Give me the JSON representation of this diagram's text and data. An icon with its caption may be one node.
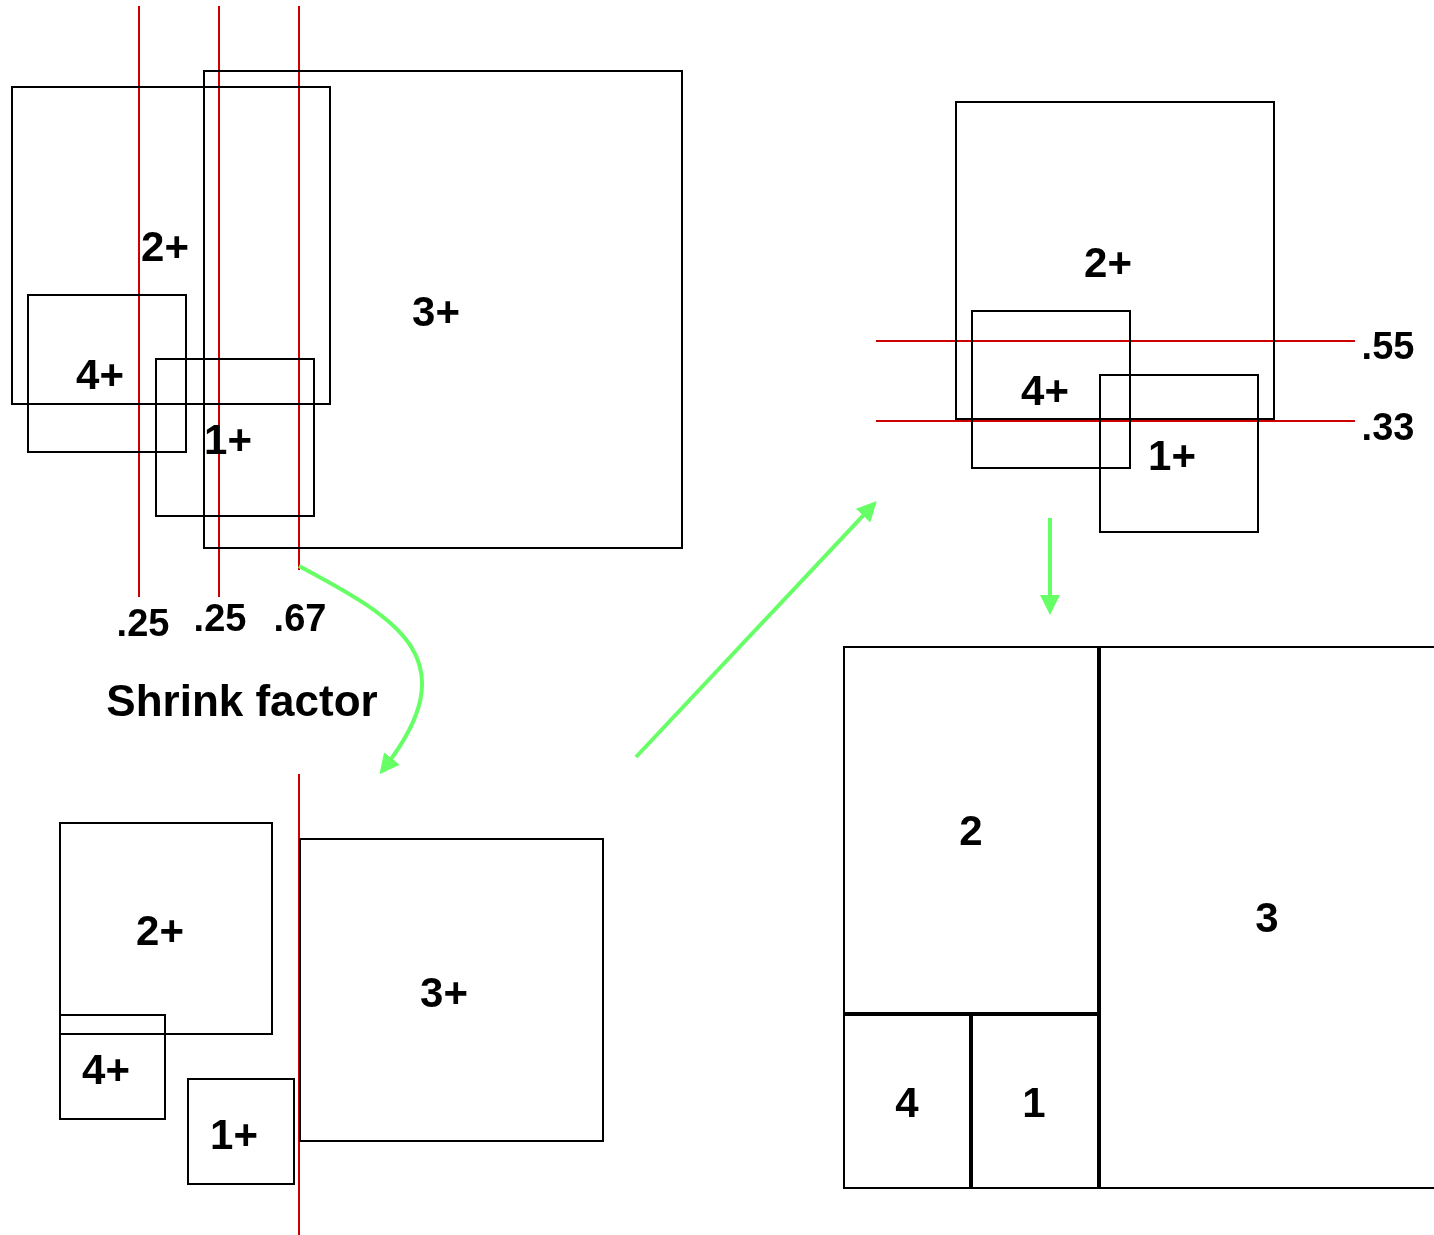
{
  "diagram": {
    "nodes": [
      {
        "text": [
          "2+"
        ]
      },
      {
        "text": [
          "3+"
        ]
      },
      {
        "text": [
          "4+"
        ]
      },
      {
        "text": [
          "1+"
        ]
      },
      {
        "text": [
          "2+"
        ]
      },
      {
        "text": [
          "4+"
        ]
      },
      {
        "text": [
          "1+"
        ]
      },
      {
        "text": [
          "2+"
        ]
      },
      {
        "text": [
          "3+"
        ]
      },
      {
        "text": [
          "4+"
        ]
      },
      {
        "text": [
          "1+"
        ]
      },
      {
        "text": [
          "2"
        ]
      },
      {
        "text": [
          "3"
        ]
      },
      {
        "text": [
          "4"
        ]
      },
      {
        "text": [
          "1"
        ]
      }
    ],
    "labels": [
      ".55",
      ".33",
      ".25",
      ".25",
      ".67",
      "Shrink factor"
    ]
  }
}
